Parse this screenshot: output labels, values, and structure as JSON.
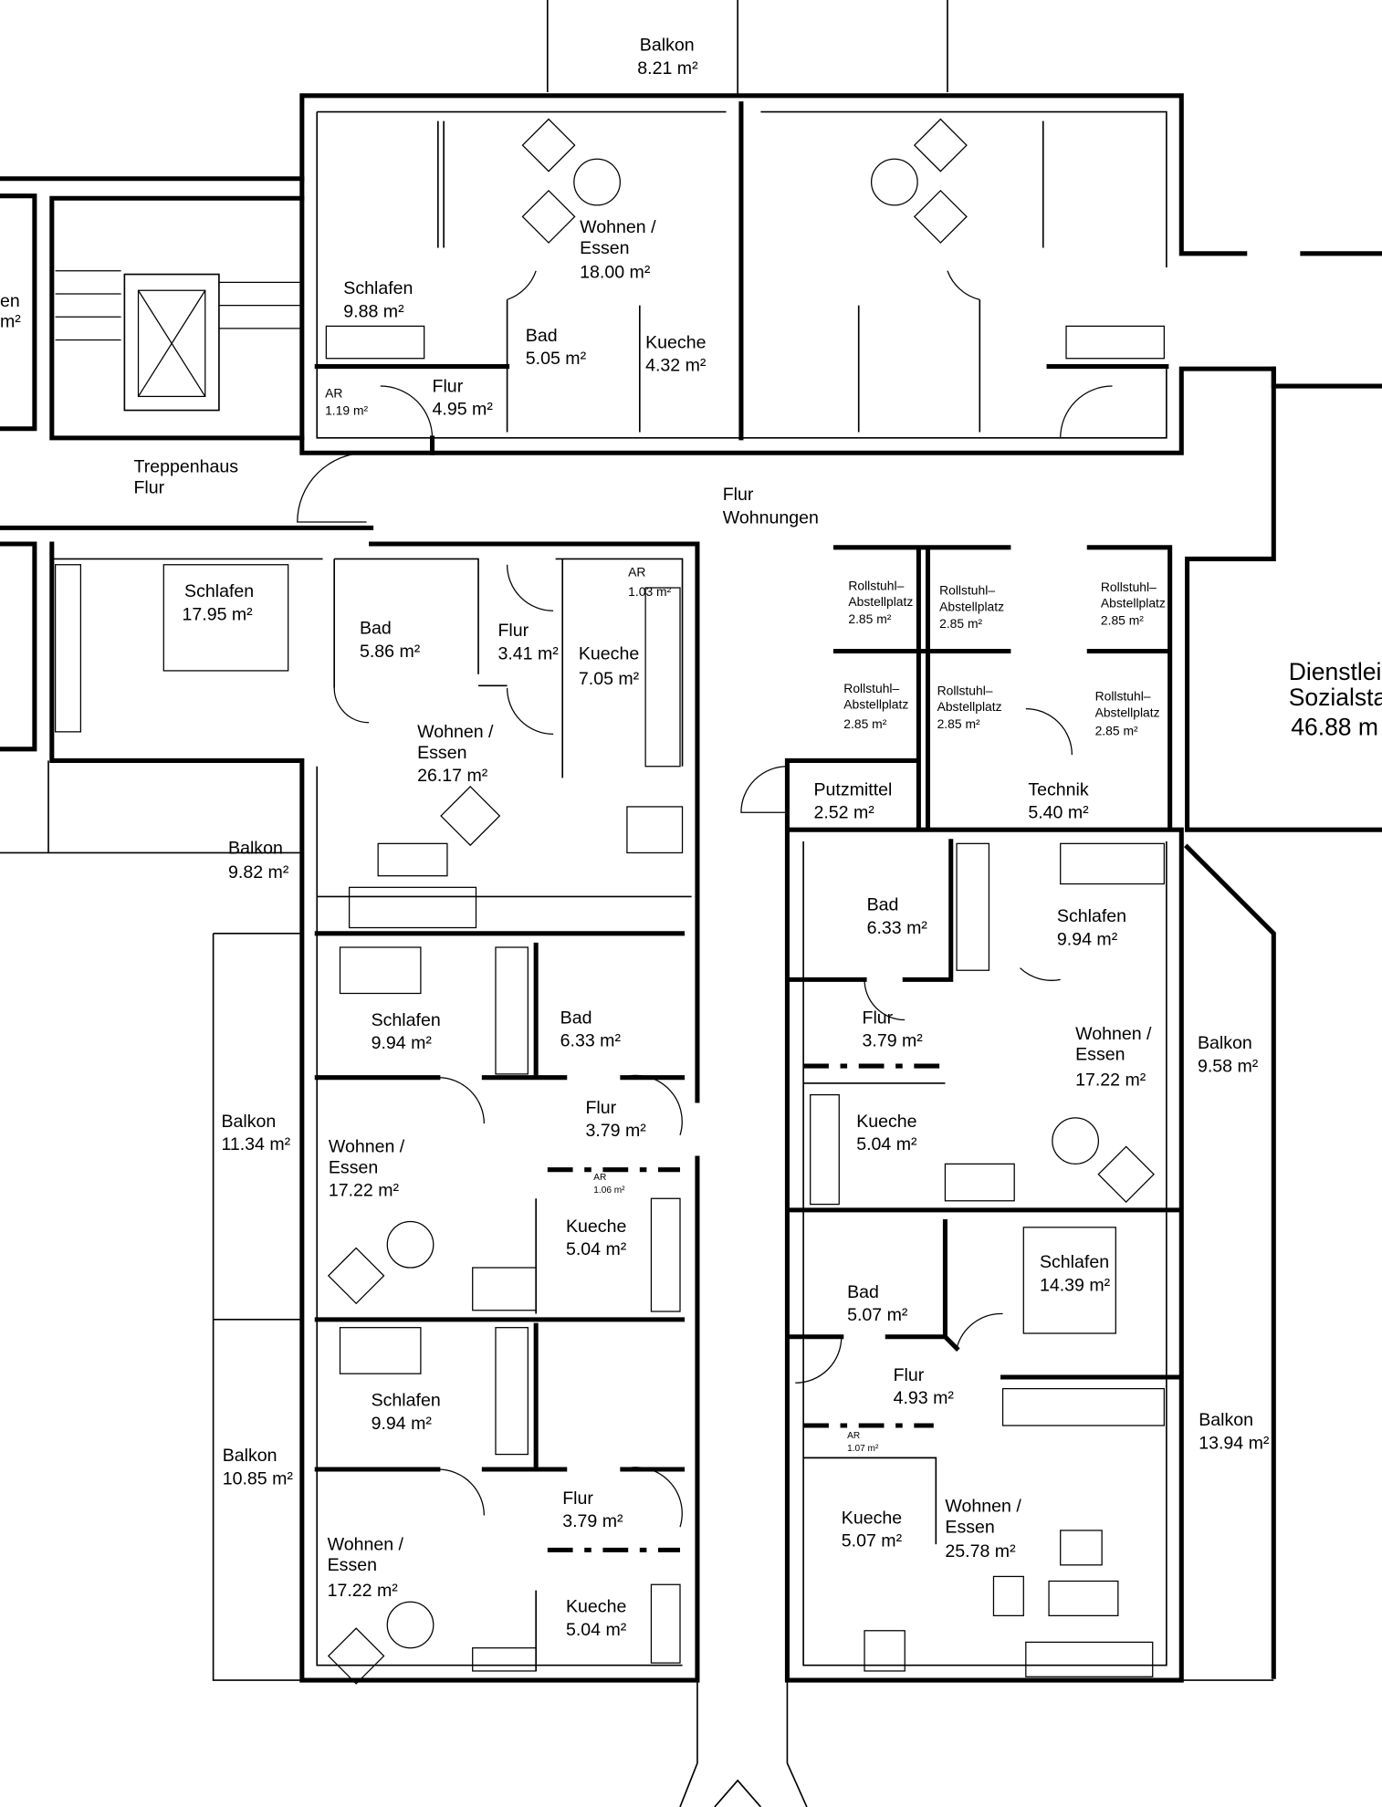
{
  "title": "Grundriss Wohnungen",
  "rooms": {
    "balkon_top": {
      "name": "Balkon",
      "area": "8.21 m²"
    },
    "cut_left": {
      "name": "en",
      "area": "m²"
    },
    "wohnen_top_l": {
      "name1": "Wohnen /",
      "name2": "Essen",
      "area": "18.00 m²"
    },
    "schlafen_top": {
      "name": "Schlafen",
      "area": "9.88 m²"
    },
    "bad_top": {
      "name": "Bad",
      "area": "5.05 m²"
    },
    "kueche_top": {
      "name": "Kueche",
      "area": "4.32 m²"
    },
    "flur_top": {
      "name": "Flur",
      "area": "4.95 m²"
    },
    "ar_top": {
      "name": "AR",
      "area": "1.19 m²"
    },
    "treppenhaus": {
      "name1": "Treppenhaus",
      "name2": "Flur"
    },
    "flur_wohnungen": {
      "name1": "Flur",
      "name2": "Wohnungen"
    },
    "schlafen_1795": {
      "name": "Schlafen",
      "area": "17.95 m²"
    },
    "bad_586": {
      "name": "Bad",
      "area": "5.86 m²"
    },
    "flur_341": {
      "name": "Flur",
      "area": "3.41 m²"
    },
    "ar_103": {
      "name": "AR",
      "area": "1.03 m²"
    },
    "kueche_705": {
      "name": "Kueche",
      "area": "7.05 m²"
    },
    "wohnen_2617": {
      "name1": "Wohnen /",
      "name2": "Essen",
      "area": "26.17 m²"
    },
    "balkon_982": {
      "name": "Balkon",
      "area": "9.82 m²"
    },
    "rollstuhl": [
      {
        "name1": "Rollstuhl–",
        "name2": "Abstellplatz",
        "area": "2.85 m²"
      },
      {
        "name1": "Rollstuhl–",
        "name2": "Abstellplatz",
        "area": "2.85 m²"
      },
      {
        "name1": "Rollstuhl–",
        "name2": "Abstellplatz",
        "area": "2.85 m²"
      },
      {
        "name1": "Rollstuhl–",
        "name2": "Abstellplatz",
        "area": "2.85 m²"
      },
      {
        "name1": "Rollstuhl–",
        "name2": "Abstellplatz",
        "area": "2.85 m²"
      },
      {
        "name1": "Rollstuhl–",
        "name2": "Abstellplatz",
        "area": "2.85 m²"
      }
    ],
    "dienst": {
      "name1": "Dienstlei",
      "name2": "Sozialsta",
      "area": "46.88 m"
    },
    "putzmittel": {
      "name": "Putzmittel",
      "area": "2.52 m²"
    },
    "technik": {
      "name": "Technik",
      "area": "5.40 m²"
    },
    "bad_r1": {
      "name": "Bad",
      "area": "6.33 m²"
    },
    "schlafen_r1": {
      "name": "Schlafen",
      "area": "9.94 m²"
    },
    "flur_r1": {
      "name": "Flur",
      "area": "3.79 m²"
    },
    "wohnen_r1": {
      "name1": "Wohnen /",
      "name2": "Essen",
      "area": "17.22 m²"
    },
    "balkon_958": {
      "name": "Balkon",
      "area": "9.58 m²"
    },
    "kueche_r1": {
      "name": "Kueche",
      "area": "5.04 m²"
    },
    "schlafen_l1": {
      "name": "Schlafen",
      "area": "9.94 m²"
    },
    "bad_l1": {
      "name": "Bad",
      "area": "6.33 m²"
    },
    "balkon_1134": {
      "name": "Balkon",
      "area": "11.34 m²"
    },
    "wohnen_l1": {
      "name1": "Wohnen /",
      "name2": "Essen",
      "area": "17.22 m²"
    },
    "flur_l1": {
      "name": "Flur",
      "area": "3.79 m²"
    },
    "ar_106": {
      "name": "AR",
      "area": "1.06 m²"
    },
    "kueche_l1": {
      "name": "Kueche",
      "area": "5.04 m²"
    },
    "schlafen_1439": {
      "name": "Schlafen",
      "area": "14.39 m²"
    },
    "bad_507": {
      "name": "Bad",
      "area": "5.07 m²"
    },
    "flur_493": {
      "name": "Flur",
      "area": "4.93 m²"
    },
    "ar_107": {
      "name": "AR",
      "area": "1.07 m²"
    },
    "balkon_1394": {
      "name": "Balkon",
      "area": "13.94 m²"
    },
    "kueche_507": {
      "name": "Kueche",
      "area": "5.07 m²"
    },
    "wohnen_2578": {
      "name1": "Wohnen /",
      "name2": "Essen",
      "area": "25.78 m²"
    },
    "schlafen_l2": {
      "name": "Schlafen",
      "area": "9.94 m²"
    },
    "balkon_1085": {
      "name": "Balkon",
      "area": "10.85 m²"
    },
    "flur_l2": {
      "name": "Flur",
      "area": "3.79 m²"
    },
    "wohnen_l2": {
      "name1": "Wohnen /",
      "name2": "Essen",
      "area": "17.22 m²"
    },
    "kueche_l2": {
      "name": "Kueche",
      "area": "5.04 m²"
    }
  }
}
